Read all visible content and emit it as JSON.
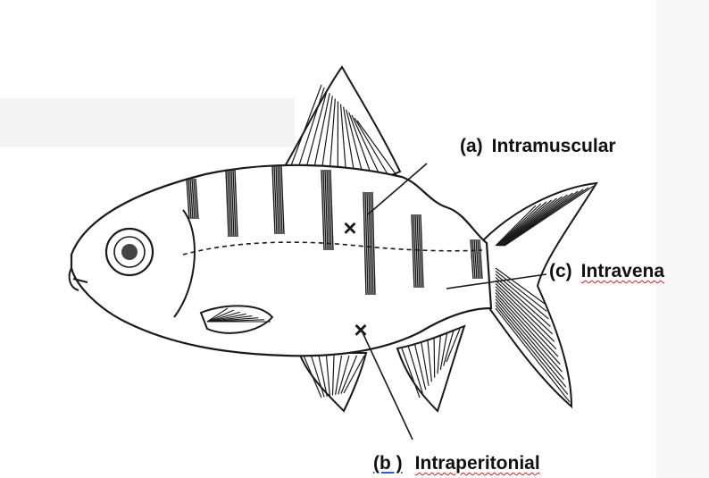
{
  "labels": {
    "a": {
      "tag": "(a)",
      "text": "Intramuscular"
    },
    "b": {
      "tag": "(b )",
      "text": "Intraperitonial"
    },
    "c": {
      "tag": "(c)",
      "text": "Intravena"
    }
  },
  "markers": {
    "symbol": "×"
  },
  "colors": {
    "ink": "#1a1a1a",
    "spellcheck_underline": "#d21f1f",
    "link_underline": "#2c5fd6"
  }
}
